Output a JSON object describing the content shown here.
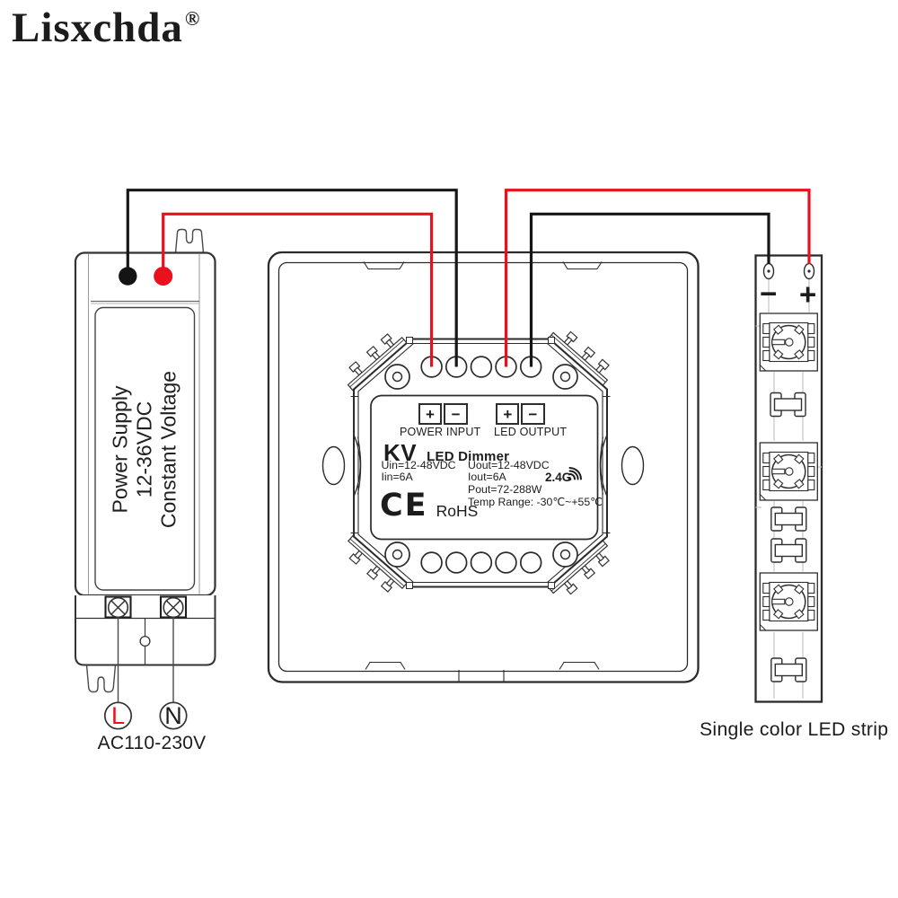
{
  "brand": {
    "name": "Lisxchda",
    "registered_mark": "®"
  },
  "power_supply": {
    "label_line1": "Power Supply",
    "label_line2": "12-36VDC",
    "label_line3": "Constant Voltage",
    "terminal_live": "L",
    "terminal_neutral": "N",
    "input_rating": "AC110-230V"
  },
  "dimmer": {
    "model": "KV",
    "product_name": "LED Dimmer",
    "power_input_label": "POWER INPUT",
    "led_output_label": "LED OUTPUT",
    "plus": "+",
    "minus": "−",
    "spec_uin": "Uin=12-48VDC",
    "spec_iin": "Iin=6A",
    "spec_uout": "Uout=12-48VDC",
    "spec_iout": "Iout=6A",
    "spec_pout": "Pout=72-288W",
    "spec_temp": "Temp Range: -30℃~+55℃",
    "rf_band": "2.4G",
    "ce_mark": "CE",
    "rohs": "RoHS"
  },
  "led_strip": {
    "minus": "−",
    "plus": "+",
    "caption": "Single color LED strip"
  },
  "colors": {
    "wire_red": "#e8111c",
    "wire_black": "#161616",
    "line_dark": "#2b2b2b"
  }
}
